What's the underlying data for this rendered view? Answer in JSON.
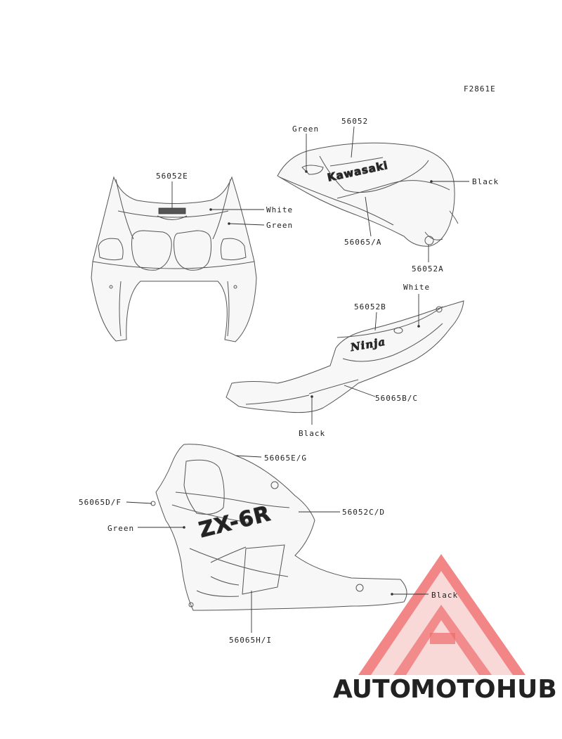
{
  "figure_code": "F2861E",
  "labels": {
    "screen_part": "56052E",
    "screen_white": "White",
    "screen_green": "Green",
    "tank_part": "56052",
    "tank_green": "Green",
    "tank_black": "Black",
    "tank_stripe": "56065/A",
    "tank_emblem": "56052A",
    "seat_part": "56052B",
    "seat_white": "White",
    "seat_stripe": "56065B/C",
    "seat_black": "Black",
    "fairing_upper": "56065E/G",
    "fairing_side": "56065D/F",
    "fairing_green": "Green",
    "fairing_logo": "56052C/D",
    "fairing_black": "Black",
    "fairing_lower": "56065H/I"
  },
  "decal_text": {
    "tank_logo": "Kawasaki",
    "seat_logo": "Ninja",
    "fairing_logo": "ZX-6R"
  },
  "watermark": {
    "part1": "AUTO",
    "part2": "MOTO",
    "part3": "HUB",
    "color_orange": "#f6a93b",
    "color_red": "#ef6b6b",
    "color_gray": "#6b6b6b"
  }
}
